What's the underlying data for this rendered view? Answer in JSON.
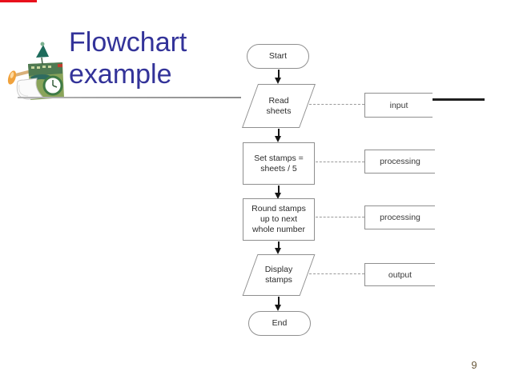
{
  "slide": {
    "title": {
      "line1": "Flowchart",
      "line2": "example"
    },
    "page_number": "9"
  },
  "flowchart": {
    "start_label": "Start",
    "read": {
      "line1": "Read",
      "line2": "sheets"
    },
    "set": {
      "line1": "Set stamps =",
      "line2": "sheets / 5"
    },
    "round": {
      "line1": "Round stamps",
      "line2": "up to next",
      "line3": "whole number"
    },
    "display": {
      "line1": "Display",
      "line2": "stamps"
    },
    "end_label": "End",
    "side_labels": {
      "input": "input",
      "processing1": "processing",
      "processing2": "processing",
      "output": "output"
    }
  },
  "colors": {
    "title_text": "#333399",
    "accent_red": "#e8111c",
    "shape_border": "#8f8f8f"
  }
}
